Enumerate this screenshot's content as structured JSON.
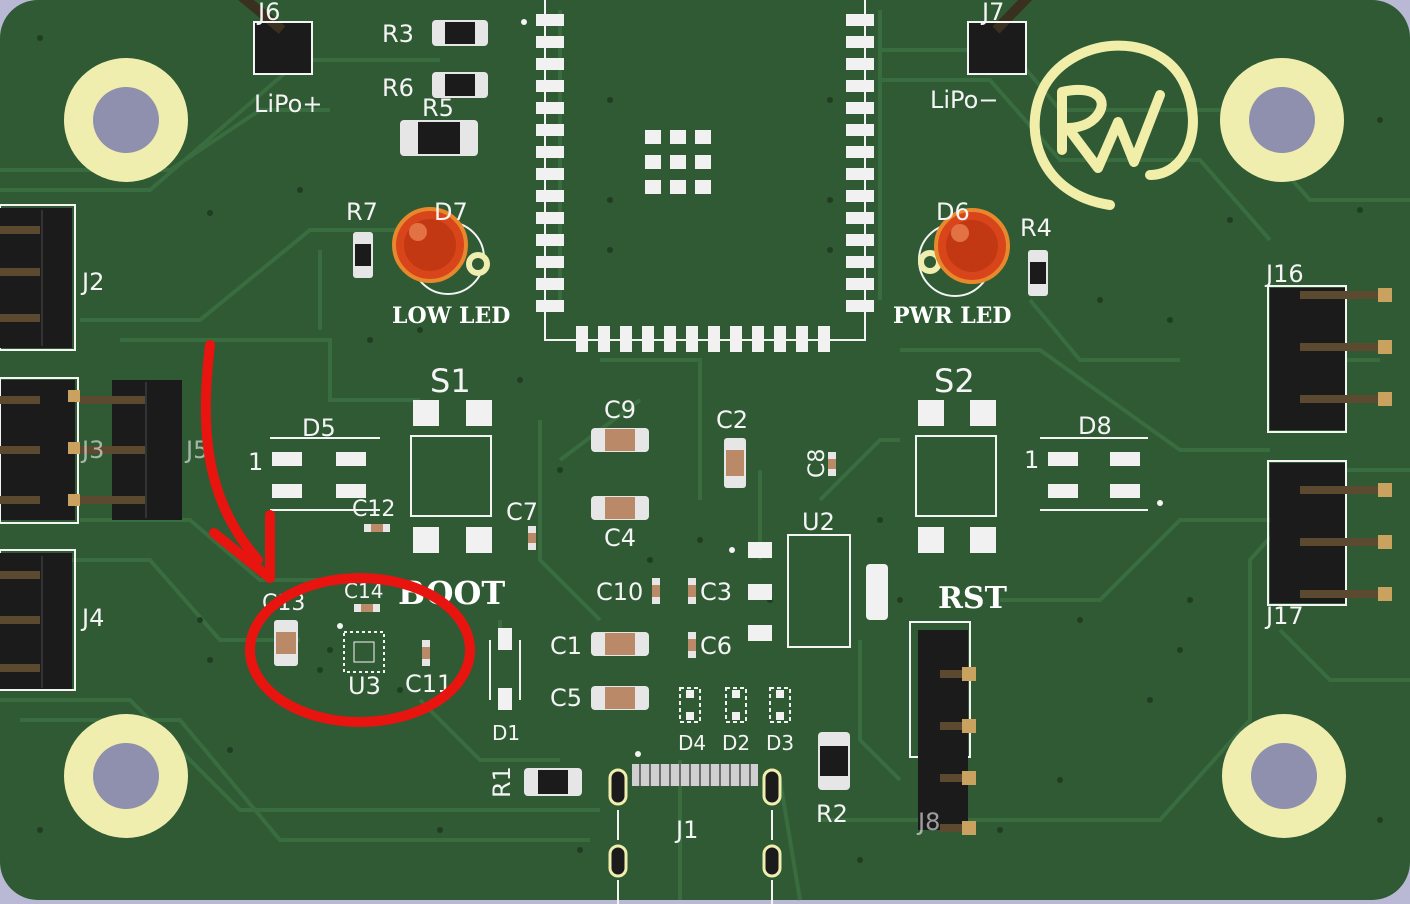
{
  "colors": {
    "background": "#b9b9d6",
    "board": "#2f5a34",
    "board_trace": "#3a6c3f",
    "silkscreen": "#f4f4f4",
    "pad": "#f1f1f1",
    "hole_ring": "#efeeae",
    "hole": "#8f8fae",
    "header_body": "#1b1b1b",
    "header_pin": "#c9a25f",
    "led": "#d8451a",
    "logo": "#f1eeaa",
    "annotation": "#e8140f"
  },
  "labels": {
    "j6": "J6",
    "j7": "J7",
    "lipo_plus": "LiPo+",
    "lipo_minus": "LiPo−",
    "r3": "R3",
    "r6": "R6",
    "r5": "R5",
    "r7": "R7",
    "d7": "D7",
    "d6": "D6",
    "r4": "R4",
    "low_led": "LOW LED",
    "pwr_led": "PWR LED",
    "j2": "J2",
    "j3": "J3",
    "j5": "J5",
    "j4": "J4",
    "j16": "J16",
    "j17": "J17",
    "s1": "S1",
    "s2": "S2",
    "d5": "D5",
    "d8": "D8",
    "pin1_left": "1",
    "pin1_right": "1",
    "c12": "C12",
    "c7": "C7",
    "c9": "C9",
    "c4": "C4",
    "c2": "C2",
    "c8": "C8",
    "u2": "U2",
    "boot": "BOOT",
    "rst": "RST",
    "c13": "C13",
    "c14": "C14",
    "u3": "U3",
    "c11": "C11",
    "c10": "C10",
    "c3": "C3",
    "c1": "C1",
    "c6": "C6",
    "c5": "C5",
    "d1": "D1",
    "d4": "D4",
    "d2": "D2",
    "d3": "D3",
    "r1": "R1",
    "r2": "R2",
    "j1": "J1",
    "j8": "J8"
  },
  "logo": {
    "text": "RW"
  },
  "annotation": {
    "icon": "red-arrow-icon",
    "highlight": "red-circle-around-u3"
  }
}
